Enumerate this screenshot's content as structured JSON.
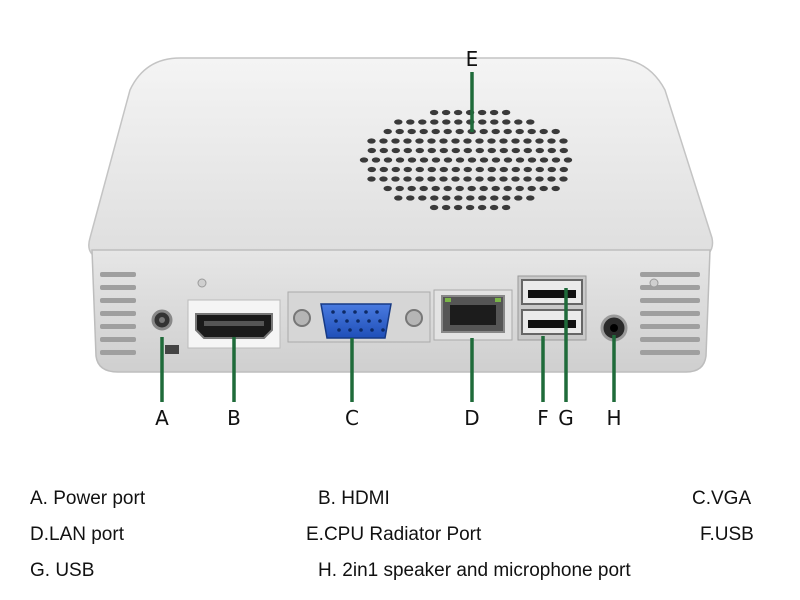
{
  "callouts": {
    "a": "A",
    "b": "B",
    "c": "C",
    "d": "D",
    "e": "E",
    "f": "F",
    "g": "G",
    "h": "H"
  },
  "legend": {
    "a": "A. Power port",
    "b": "B. HDMI",
    "c": "C.VGA",
    "d": "D.LAN port",
    "e": "E.CPU Radiator Port",
    "f": "F.USB",
    "g": "G. USB",
    "h": "H. 2in1 speaker and microphone port"
  },
  "colors": {
    "callout_line": "#1f6b3a",
    "case_top": "#ececec",
    "case_front": "#dcdcdc"
  }
}
